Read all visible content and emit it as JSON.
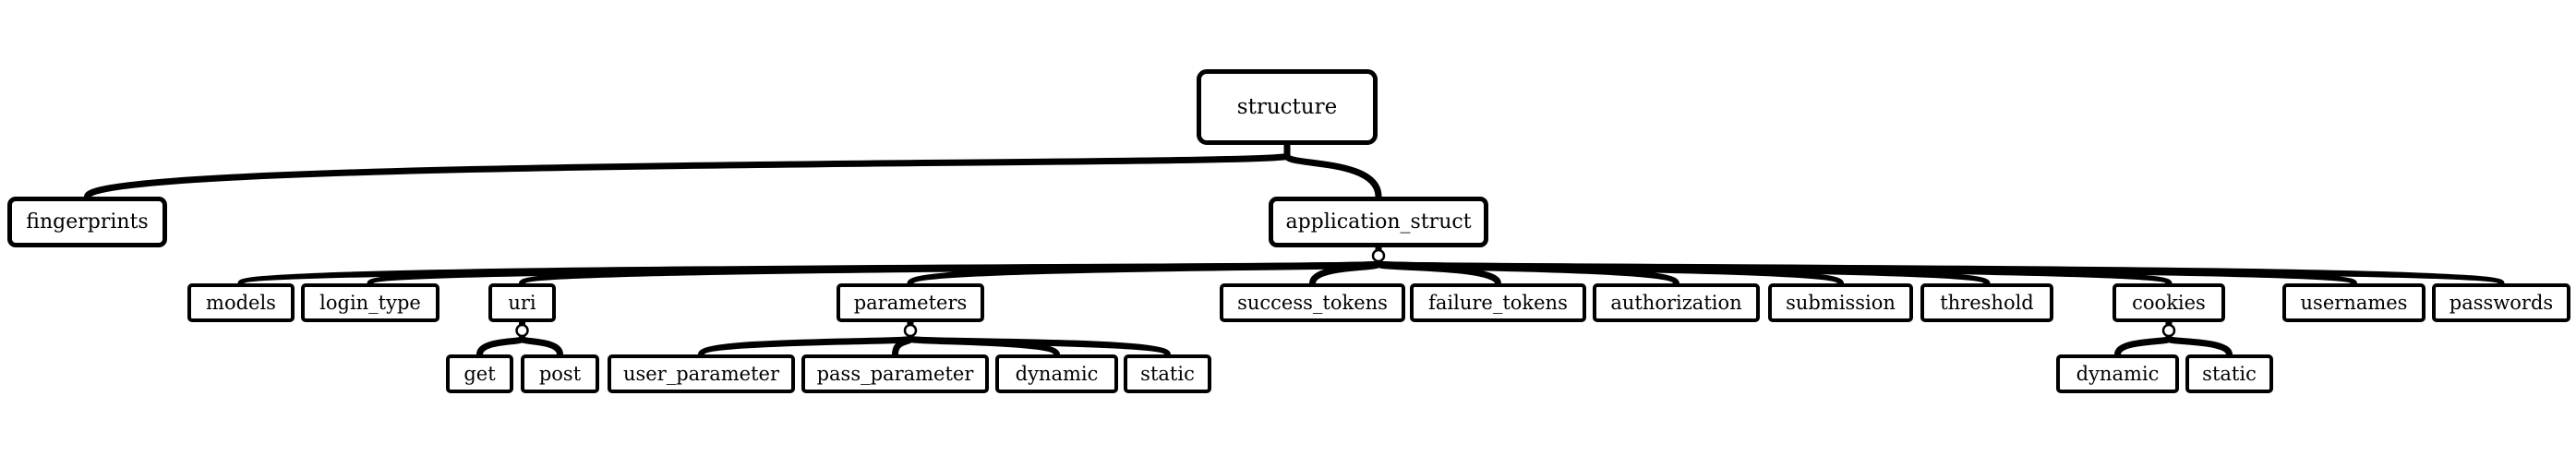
{
  "diagram": {
    "root": "structure",
    "nodes": {
      "structure": "structure",
      "fingerprints": "fingerprints",
      "application_struct": "application_struct",
      "models": "models",
      "login_type": "login_type",
      "uri": "uri",
      "parameters": "parameters",
      "success_tokens": "success_tokens",
      "failure_tokens": "failure_tokens",
      "authorization": "authorization",
      "submission": "submission",
      "threshold": "threshold",
      "cookies": "cookies",
      "usernames": "usernames",
      "passwords": "passwords",
      "get": "get",
      "post": "post",
      "user_parameter": "user_parameter",
      "pass_parameter": "pass_parameter",
      "param_dynamic": "dynamic",
      "param_static": "static",
      "cookie_dynamic": "dynamic",
      "cookie_static": "static"
    },
    "edges": [
      [
        "structure",
        "fingerprints"
      ],
      [
        "structure",
        "application_struct"
      ],
      [
        "application_struct",
        "models"
      ],
      [
        "application_struct",
        "login_type"
      ],
      [
        "application_struct",
        "uri"
      ],
      [
        "application_struct",
        "parameters"
      ],
      [
        "application_struct",
        "success_tokens"
      ],
      [
        "application_struct",
        "failure_tokens"
      ],
      [
        "application_struct",
        "authorization"
      ],
      [
        "application_struct",
        "submission"
      ],
      [
        "application_struct",
        "threshold"
      ],
      [
        "application_struct",
        "cookies"
      ],
      [
        "application_struct",
        "usernames"
      ],
      [
        "application_struct",
        "passwords"
      ],
      [
        "uri",
        "get"
      ],
      [
        "uri",
        "post"
      ],
      [
        "parameters",
        "user_parameter"
      ],
      [
        "parameters",
        "pass_parameter"
      ],
      [
        "parameters",
        "param_dynamic"
      ],
      [
        "parameters",
        "param_static"
      ],
      [
        "cookies",
        "cookie_dynamic"
      ],
      [
        "cookies",
        "cookie_static"
      ]
    ],
    "choice_markers": [
      "application_struct",
      "uri",
      "parameters",
      "cookies"
    ]
  }
}
